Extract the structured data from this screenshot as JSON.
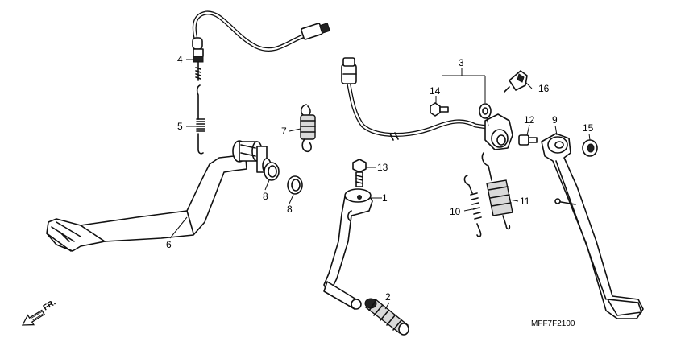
{
  "callouts": {
    "c1": "1",
    "c2": "2",
    "c3": "3",
    "c4": "4",
    "c5": "5",
    "c6": "6",
    "c7": "7",
    "c8a": "8",
    "c8b": "8",
    "c9": "9",
    "c10": "10",
    "c11": "11",
    "c12": "12",
    "c13": "13",
    "c14": "14",
    "c15": "15",
    "c16": "16"
  },
  "direction_label": "FR.",
  "diagram_code": "MFF7F2100"
}
